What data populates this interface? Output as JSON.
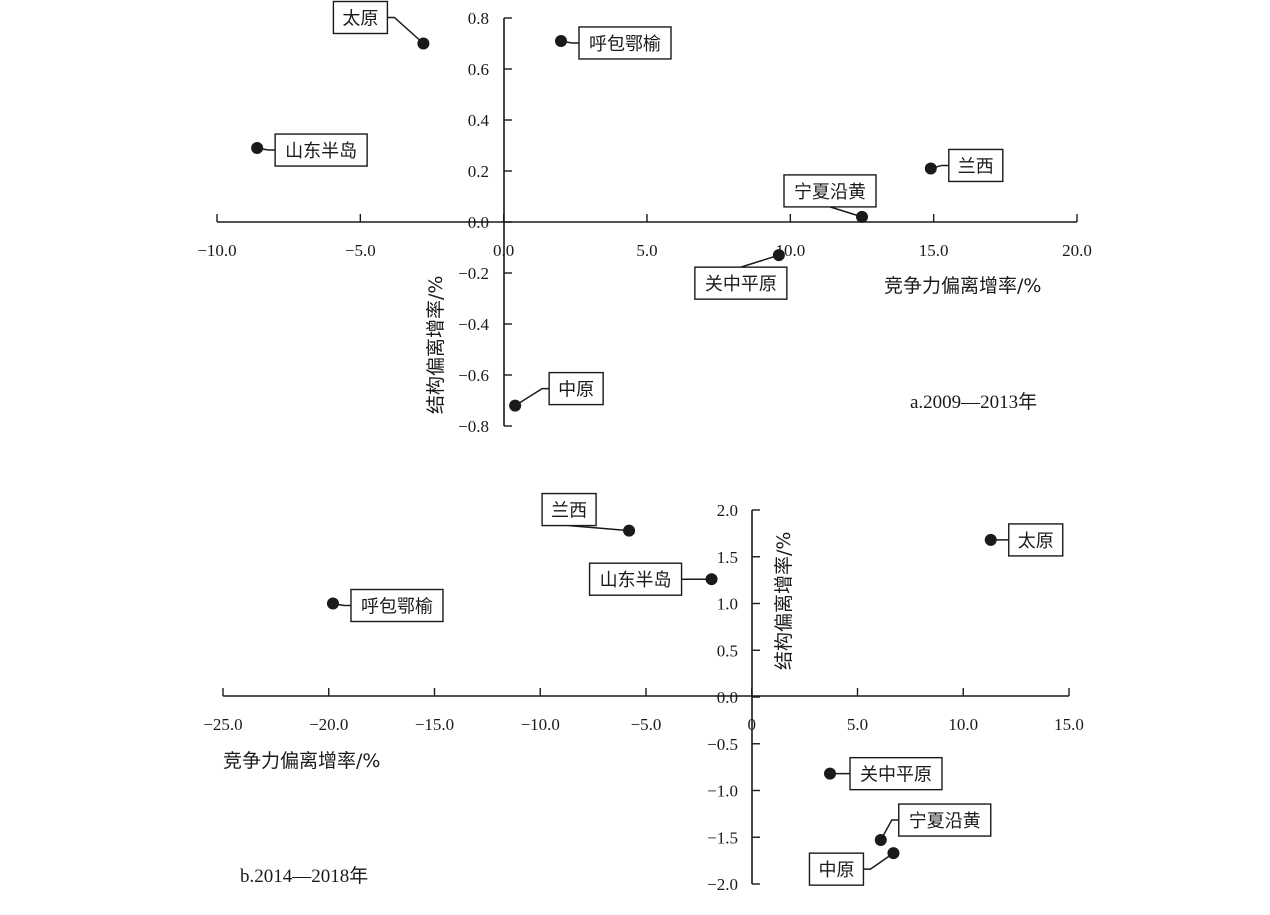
{
  "chart_data": [
    {
      "type": "scatter",
      "caption": "a.2009—2013年",
      "xlabel": "竞争力偏离增率/%",
      "ylabel": "结构偏离增率/%",
      "xlim": [
        -10,
        20
      ],
      "ylim": [
        -0.8,
        0.8
      ],
      "x_ticks": [
        "−10.0",
        "−5.0",
        "0.0",
        "5.0",
        "10.0",
        "15.0",
        "20.0"
      ],
      "y_ticks": [
        "0.8",
        "0.6",
        "0.4",
        "0.2",
        "0.0",
        "−0.2",
        "−0.4",
        "−0.6",
        "−0.8"
      ],
      "points": [
        {
          "label": "太原",
          "x": -2.8,
          "y": 0.7
        },
        {
          "label": "呼包鄂榆",
          "x": 2.0,
          "y": 0.71
        },
        {
          "label": "山东半岛",
          "x": -8.6,
          "y": 0.29
        },
        {
          "label": "兰西",
          "x": 14.9,
          "y": 0.21
        },
        {
          "label": "宁夏沿黄",
          "x": 12.5,
          "y": 0.02
        },
        {
          "label": "关中平原",
          "x": 9.6,
          "y": -0.13
        },
        {
          "label": "中原",
          "x": 0.4,
          "y": -0.72
        }
      ]
    },
    {
      "type": "scatter",
      "caption": "b.2014—2018年",
      "xlabel": "竞争力偏离增率/%",
      "ylabel": "结构偏离增率/%",
      "xlim": [
        -25,
        15
      ],
      "ylim": [
        -2.0,
        2.0
      ],
      "x_ticks": [
        "−25.0",
        "−20.0",
        "−15.0",
        "−10.0",
        "−5.0",
        "0",
        "5.0",
        "10.0",
        "15.0"
      ],
      "y_ticks": [
        "2.0",
        "1.5",
        "1.0",
        "0.5",
        "0.0",
        "−0.5",
        "−1.0",
        "−1.5",
        "−2.0"
      ],
      "points": [
        {
          "label": "兰西",
          "x": -5.8,
          "y": 1.78
        },
        {
          "label": "太原",
          "x": 11.3,
          "y": 1.68
        },
        {
          "label": "山东半岛",
          "x": -1.9,
          "y": 1.26
        },
        {
          "label": "呼包鄂榆",
          "x": -19.8,
          "y": 1.0
        },
        {
          "label": "关中平原",
          "x": 3.7,
          "y": -0.82
        },
        {
          "label": "宁夏沿黄",
          "x": 6.1,
          "y": -1.53
        },
        {
          "label": "中原",
          "x": 6.7,
          "y": -1.67
        }
      ]
    }
  ]
}
